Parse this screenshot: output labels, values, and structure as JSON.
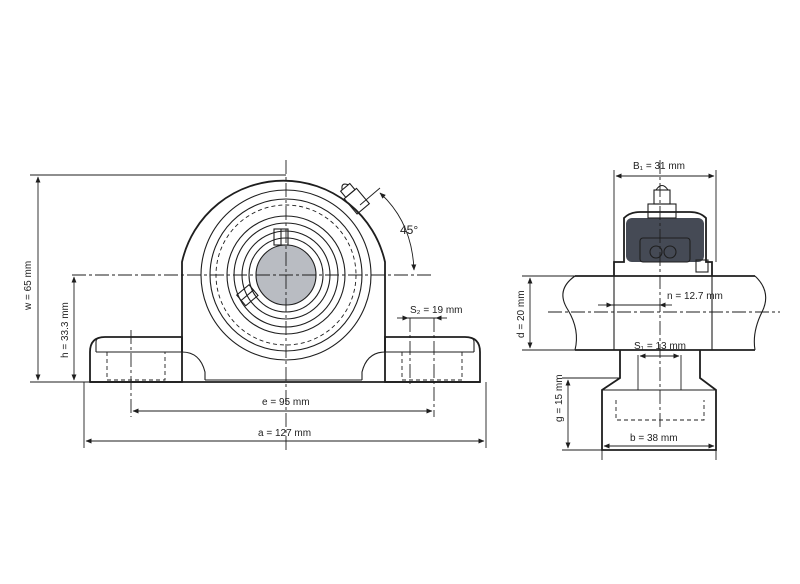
{
  "dimensions": {
    "w": "w = 65 mm",
    "h": "h = 33.3 mm",
    "e": "e = 95 mm",
    "a": "a = 127 mm",
    "s2": "S₂ = 19 mm",
    "angle": "45°",
    "b1": "B₁ = 31 mm",
    "n": "n = 12.7 mm",
    "d": "d = 20 mm",
    "s1": "S₁ = 13 mm",
    "g": "g = 15 mm",
    "b": "b = 38 mm"
  }
}
